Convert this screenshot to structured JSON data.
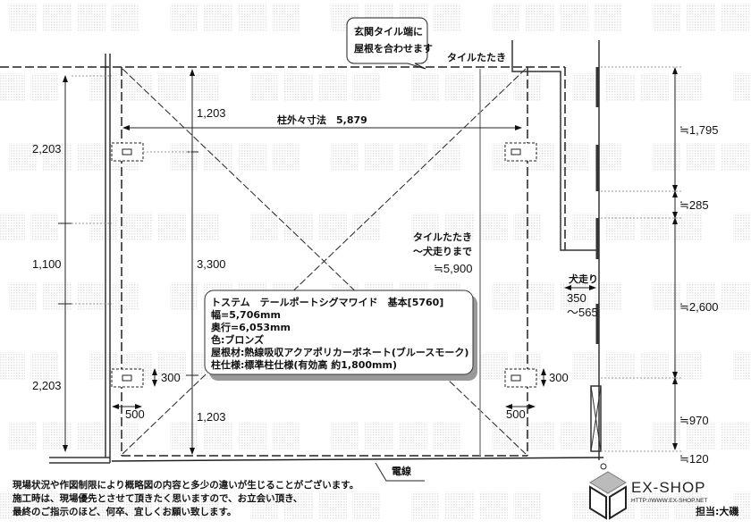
{
  "watermark": "転載禁止",
  "callout_top": {
    "line1": "玄関タイル端に",
    "line2": "屋根を合わせます"
  },
  "labels": {
    "tile_tataki": "タイルたたき",
    "tile_to_inubashiri_1": "タイルたたき",
    "tile_to_inubashiri_2": "～犬走りまで",
    "tile_to_inubashiri_value": "≒5,900",
    "post_outer_width": "柱外々寸法　5,879",
    "inubashiri": "犬走り",
    "inubashiri_range_1": "350",
    "inubashiri_range_2": "～565",
    "power_line": "電線"
  },
  "left_dims": [
    "2,203",
    "1,100",
    "2,203"
  ],
  "inner_dims": [
    "1,203",
    "3,300",
    "1,203"
  ],
  "post_dims": {
    "depth": "300",
    "offset": "500"
  },
  "right_dims": [
    "≒1,795",
    "≒285",
    "≒2,600",
    "≒970",
    "≒120"
  ],
  "spec": {
    "title": "トステム　テールポートシグマワイド　基本[5760]",
    "width": "幅=5,706mm",
    "depth": "奥行=6,053mm",
    "color": "色:ブロンズ",
    "roof": "屋根材:熱線吸収アクアポリカーボネート(ブルースモーク)",
    "post": "柱仕様:標準柱仕様(有効高 約1,800mm)"
  },
  "notes": [
    "現場状況や作図制限により概略図の内容と多少の違いが生じることがございます。",
    "施工時は、現場優先とさせて頂きたく思いますので、お立会い頂き、",
    "最終のご指示のほど、何卒、宜しくお願い致します。"
  ],
  "logo": {
    "name": "EX-SHOP",
    "url": "HTTP://WWW.EX-SHOP.NET"
  },
  "staff": "担当:大磯"
}
